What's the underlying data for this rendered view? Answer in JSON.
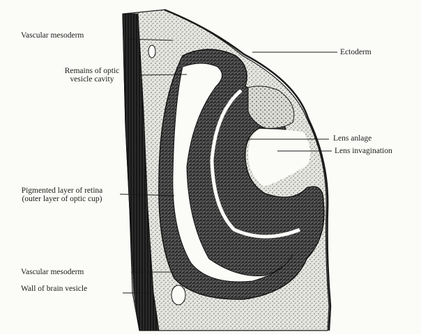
{
  "diagram": {
    "labels": {
      "vascular_mesoderm_top": "Vascular mesoderm",
      "remains_line1": "Remains of optic",
      "remains_line2": "vesicle cavity",
      "pigmented_line1": "Pigmented layer of retina",
      "pigmented_line2": "(outer layer of optic cup)",
      "vascular_mesoderm_bottom": "Vascular mesoderm",
      "wall_brain_vesicle": "Wall of brain vesicle",
      "ectoderm": "Ectoderm",
      "lens_anlage": "Lens anlage",
      "lens_invagination": "Lens invagination"
    },
    "colors": {
      "ink": "#1a1a1a",
      "paper": "#fbfbf8",
      "retina_fill": "#3a3a3a",
      "mesoderm_fill": "#d9d9d4",
      "wall_fill": "#151515"
    }
  }
}
